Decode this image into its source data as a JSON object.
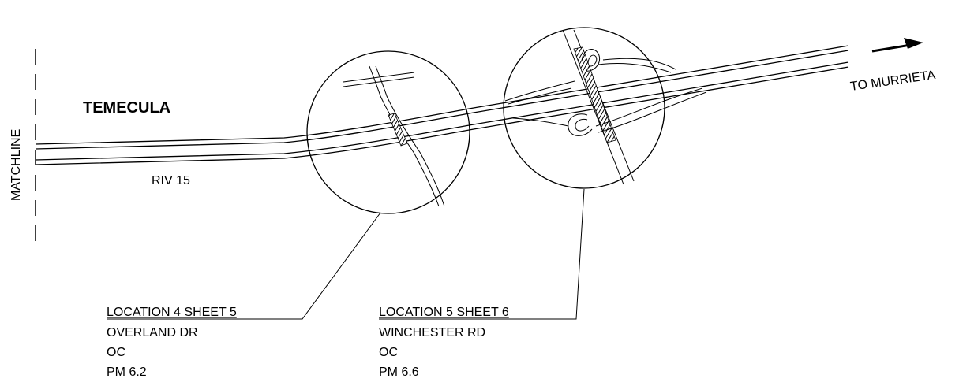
{
  "place_title": "TEMECULA",
  "matchline_label": "MATCHLINE",
  "route_label": "RIV 15",
  "direction_label": "TO MURRIETA",
  "locations": [
    {
      "heading": "LOCATION 4 SHEET 5",
      "road": "OVERLAND DR",
      "type": "OC",
      "postmile": "PM 6.2"
    },
    {
      "heading": "LOCATION 5 SHEET 6",
      "road": "WINCHESTER RD",
      "type": "OC",
      "postmile": "PM 6.6"
    }
  ]
}
